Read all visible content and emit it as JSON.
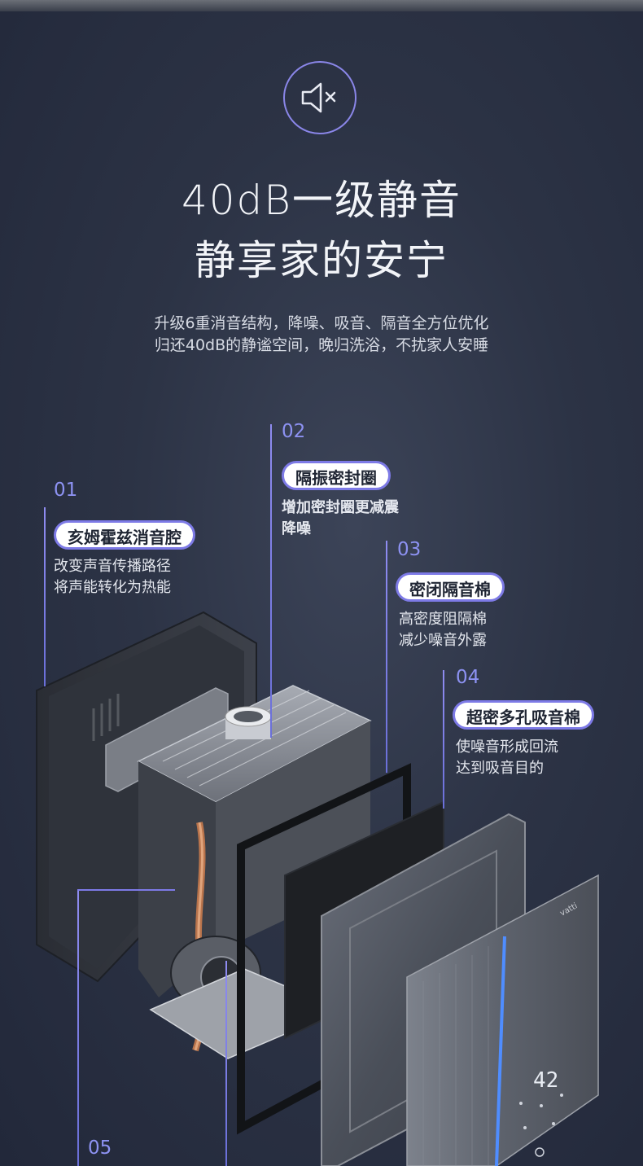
{
  "header": {
    "icon": "muted-speaker-icon",
    "title_line1": "40dB一级静音",
    "title_line2": "静享家的安宁",
    "desc_line1": "升级6重消音结构，降噪、吸音、隔音全方位优化",
    "desc_line2": "归还40dB的静谧空间，晚归洗浴，不扰家人安睡"
  },
  "features": [
    {
      "number": "01",
      "title": "亥姆霍兹消音腔",
      "line1": "改变声音传播路径",
      "line2": "将声能转化为热能"
    },
    {
      "number": "02",
      "title": "隔振密封圈",
      "line1": "增加密封圈更减震",
      "line2": "降噪"
    },
    {
      "number": "03",
      "title": "密闭隔音棉",
      "line1": "高密度阻隔棉",
      "line2": "减少噪音外露"
    },
    {
      "number": "04",
      "title": "超密多孔吸音棉",
      "line1": "使噪音形成回流",
      "line2": "达到吸音目的"
    },
    {
      "number": "05"
    }
  ],
  "device": {
    "brand": "vatti",
    "display_value": "42"
  },
  "colors": {
    "accent": "#8a86e8",
    "background": "#2c3345",
    "pill_bg": "#ffffff"
  }
}
